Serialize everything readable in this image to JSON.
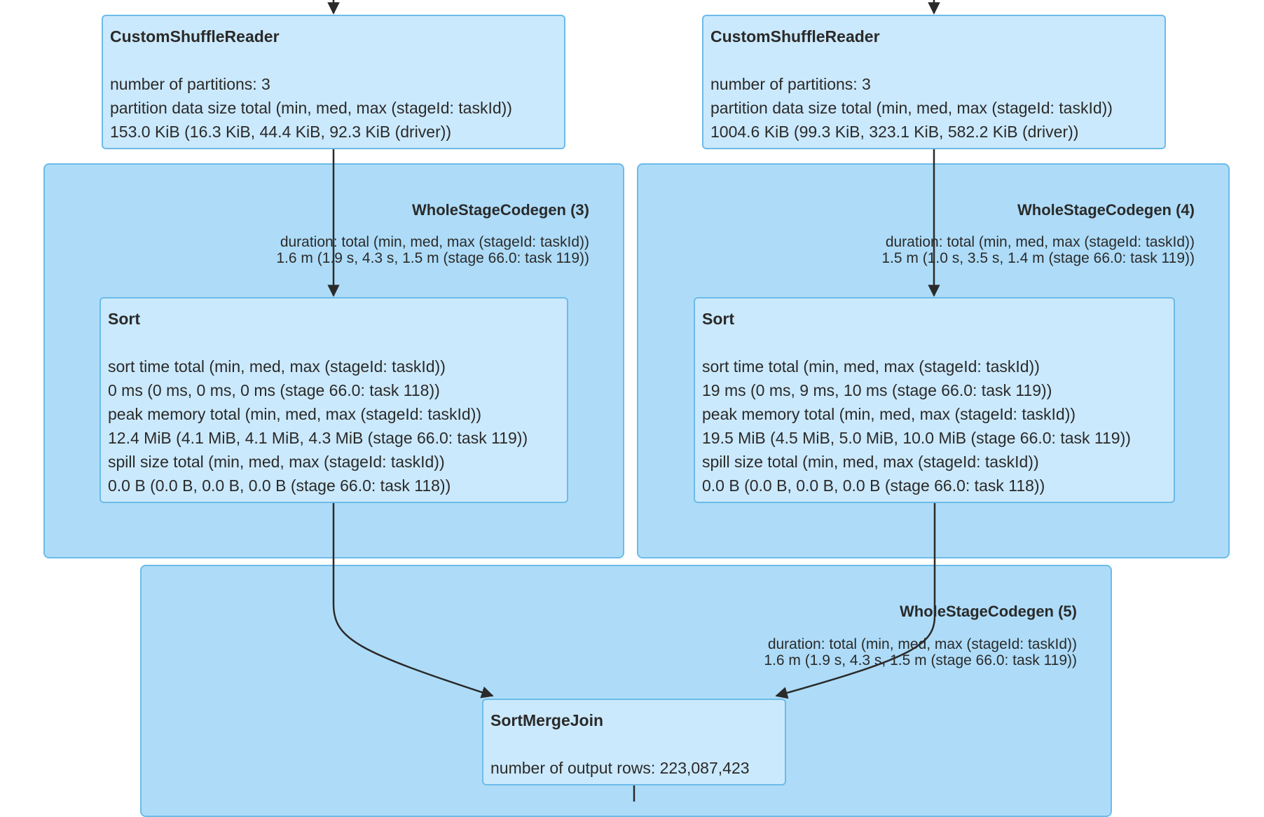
{
  "top_nodes": [
    {
      "title": "CustomShuffleReader",
      "lines": [
        "number of partitions: 3",
        "partition data size total (min, med, max (stageId: taskId))",
        "153.0 KiB (16.3 KiB, 44.4 KiB, 92.3 KiB (driver))"
      ]
    },
    {
      "title": "CustomShuffleReader",
      "lines": [
        "number of partitions: 3",
        "partition data size total (min, med, max (stageId: taskId))",
        "1004.6 KiB (99.3 KiB, 323.1 KiB, 582.2 KiB (driver))"
      ]
    }
  ],
  "codegen_clusters": [
    {
      "title": "WholeStageCodegen (3)",
      "metric_label": "duration: total (min, med, max (stageId: taskId))",
      "metric_value": "1.6 m (1.9 s, 4.3 s, 1.5 m (stage 66.0: task 119))",
      "node": {
        "title": "Sort",
        "lines": [
          "sort time total (min, med, max (stageId: taskId))",
          "0 ms (0 ms, 0 ms, 0 ms (stage 66.0: task 118))",
          "peak memory total (min, med, max (stageId: taskId))",
          "12.4 MiB (4.1 MiB, 4.1 MiB, 4.3 MiB (stage 66.0: task 119))",
          "spill size total (min, med, max (stageId: taskId))",
          "0.0 B (0.0 B, 0.0 B, 0.0 B (stage 66.0: task 118))"
        ]
      }
    },
    {
      "title": "WholeStageCodegen (4)",
      "metric_label": "duration: total (min, med, max (stageId: taskId))",
      "metric_value": "1.5 m (1.0 s, 3.5 s, 1.4 m (stage 66.0: task 119))",
      "node": {
        "title": "Sort",
        "lines": [
          "sort time total (min, med, max (stageId: taskId))",
          "19 ms (0 ms, 9 ms, 10 ms (stage 66.0: task 119))",
          "peak memory total (min, med, max (stageId: taskId))",
          "19.5 MiB (4.5 MiB, 5.0 MiB, 10.0 MiB (stage 66.0: task 119))",
          "spill size total (min, med, max (stageId: taskId))",
          "0.0 B (0.0 B, 0.0 B, 0.0 B (stage 66.0: task 118))"
        ]
      }
    },
    {
      "title": "WholeStageCodegen (5)",
      "metric_label": "duration: total (min, med, max (stageId: taskId))",
      "metric_value": "1.6 m (1.9 s, 4.3 s, 1.5 m (stage 66.0: task 119))",
      "node": {
        "title": "SortMergeJoin",
        "lines": [
          "number of output rows: 223,087,423"
        ]
      }
    }
  ]
}
